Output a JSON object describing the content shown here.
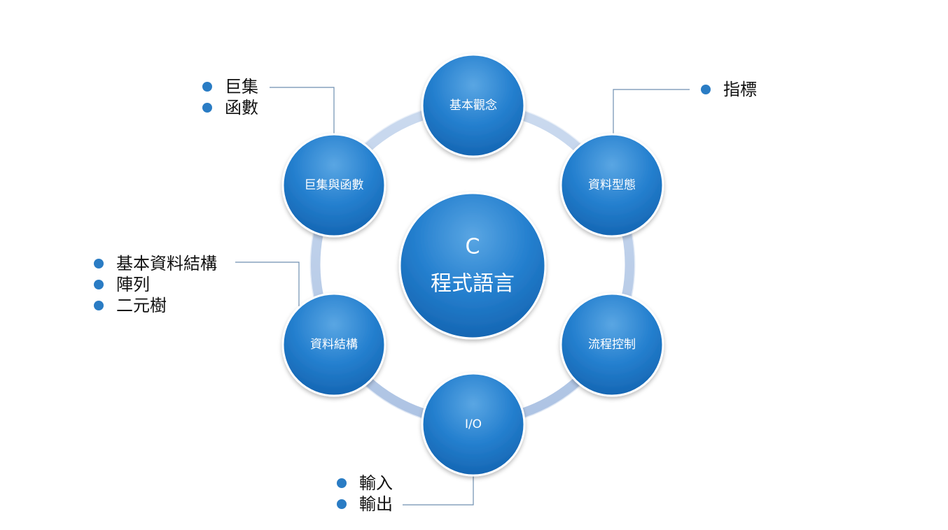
{
  "center_node": {
    "line1": "C",
    "line2": "程式語言"
  },
  "nodes": {
    "basic": "基本觀念",
    "types": "資料型態",
    "flow": "流程控制",
    "io": "I/O",
    "struct": "資料結構",
    "macro": "巨集與函數"
  },
  "notes": {
    "macro": [
      "巨集",
      "函數"
    ],
    "types": [
      "指標"
    ],
    "struct": [
      "基本資料結構",
      "陣列",
      "二元樹"
    ],
    "io": [
      "輸入",
      "輸出"
    ]
  },
  "colors": {
    "node_fill": "#1f7ccc",
    "node_highlight": "#4fa0e0",
    "ring": "#b3c9e6",
    "bullet": "#2a7cc4",
    "connector": "#6f8fb0"
  }
}
